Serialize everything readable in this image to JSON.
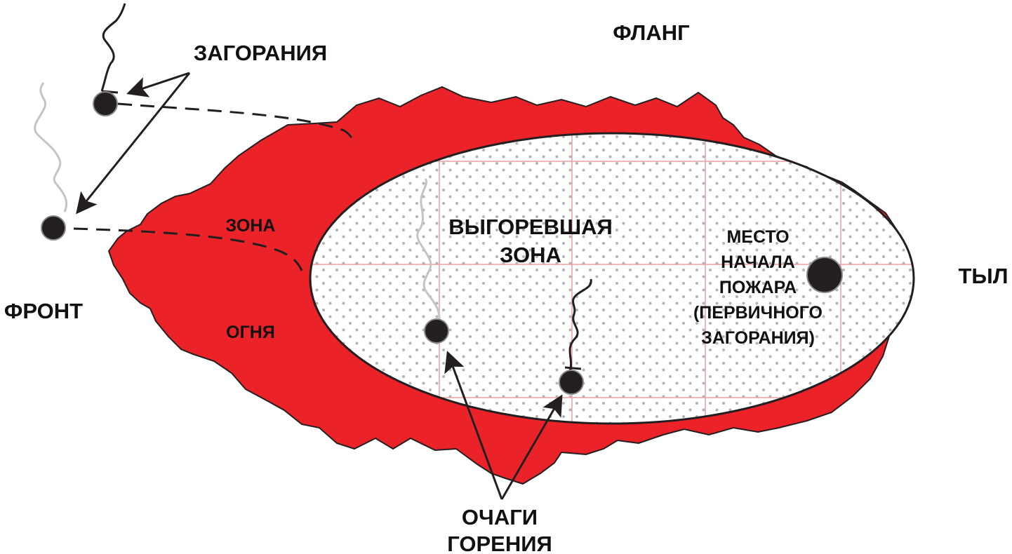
{
  "colors": {
    "fire_zone": "#ec2229",
    "outline": "#231f20",
    "burnt_zone_fill": "#ffffff",
    "grid_lines": "#e8a0a4",
    "stipple": "#b3b3b3",
    "smoke_dark": "#231f20",
    "smoke_light": "#bdbdbd",
    "text": "#111111"
  },
  "labels": {
    "flank": "ФЛАНГ",
    "rear": "ТЫЛ",
    "front": "ФРОНТ",
    "ignitions": "ЗАГОРАНИЯ",
    "fire_zone_line1": "ЗОНА",
    "fire_zone_line2": "ОГНЯ",
    "burnt_zone_line1": "ВЫГОРЕВШАЯ",
    "burnt_zone_line2": "ЗОНА",
    "origin_line1": "МЕСТО",
    "origin_line2": "НАЧАЛА",
    "origin_line3": "ПОЖАРА",
    "origin_line4": "(ПЕРВИЧНОГО",
    "origin_line5": "ЗАГОРАНИЯ)",
    "hotspots_line1": "ОЧАГИ",
    "hotspots_line2": "ГОРЕНИЯ"
  },
  "icons": {
    "ignition_point": "filled-circle-icon",
    "smoke": "smoke-trail-icon",
    "arrow": "arrow-icon"
  }
}
